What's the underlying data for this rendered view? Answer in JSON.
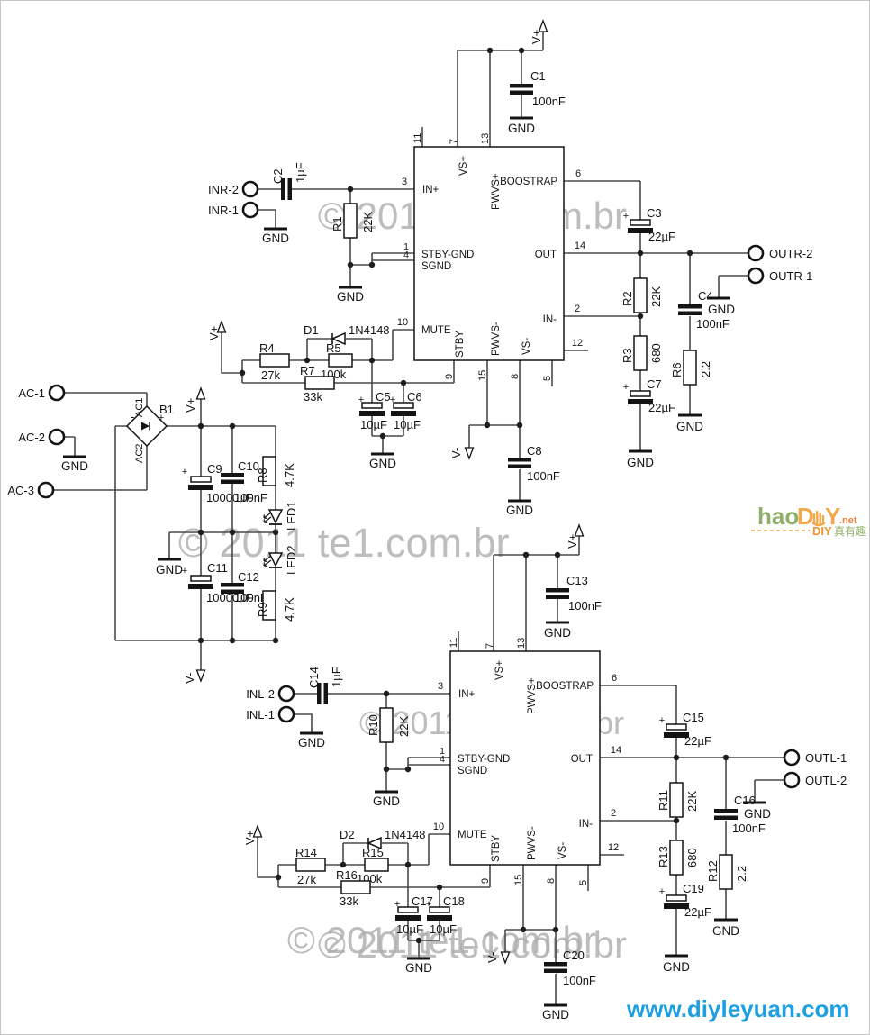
{
  "labels": {
    "gnd": "GND",
    "vplus": "V+",
    "vminus": "V-",
    "plus": "+"
  },
  "ic": {
    "pin_numbers": {
      "p1": "1",
      "p2": "2",
      "p3": "3",
      "p4": "4",
      "p5": "5",
      "p6": "6",
      "p7": "7",
      "p8": "8",
      "p9": "9",
      "p10": "10",
      "p11": "11",
      "p12": "12",
      "p13": "13",
      "p14": "14",
      "p15": "15"
    },
    "pin_names": {
      "vsp": "VS+",
      "pwvsp": "PWVS+",
      "boot": "BOOSTRAP",
      "inp": "IN+",
      "stbygnd": "STBY-GND",
      "sgnd": "SGND",
      "out": "OUT",
      "inn": "IN-",
      "mute": "MUTE",
      "stby": "STBY",
      "pwvsn": "PWVS-",
      "vsn": "VS-"
    }
  },
  "channels": {
    "right": {
      "in2": "INR-2",
      "in1": "INR-1",
      "out_hot": "OUTR-2",
      "out_gnd": "OUTR-1",
      "c_top": {
        "ref": "C1",
        "val": "100nF"
      },
      "c_in": {
        "ref": "C2",
        "val": "1µF"
      },
      "r_in": {
        "ref": "R1",
        "val": "22K"
      },
      "c_boot": {
        "ref": "C3",
        "val": "22µF"
      },
      "r_fb": {
        "ref": "R2",
        "val": "22K"
      },
      "r_fb2": {
        "ref": "R3",
        "val": "680"
      },
      "c_fb": {
        "ref": "C7",
        "val": "22µF"
      },
      "c_zobel": {
        "ref": "C4",
        "val": "100nF"
      },
      "r_zobel": {
        "ref": "R6",
        "val": "2.2"
      },
      "r_a": {
        "ref": "R4",
        "val": "27k"
      },
      "r_b": {
        "ref": "R5",
        "val": "100k"
      },
      "r_c": {
        "ref": "R7",
        "val": "33k"
      },
      "diode": {
        "ref": "D1",
        "val": "1N4148"
      },
      "c_mute": {
        "ref": "C5",
        "val": "10µF"
      },
      "c_stby": {
        "ref": "C6",
        "val": "10µF"
      },
      "c_neg": {
        "ref": "C8",
        "val": "100nF"
      }
    },
    "left": {
      "in2": "INL-2",
      "in1": "INL-1",
      "out_hot": "OUTL-1",
      "out_gnd": "OUTL-2",
      "c_top": {
        "ref": "C13",
        "val": "100nF"
      },
      "c_in": {
        "ref": "C14",
        "val": "1µF"
      },
      "r_in": {
        "ref": "R10",
        "val": "22K"
      },
      "c_boot": {
        "ref": "C15",
        "val": "22µF"
      },
      "r_fb": {
        "ref": "R11",
        "val": "22K"
      },
      "r_fb2": {
        "ref": "R13",
        "val": "680"
      },
      "c_fb": {
        "ref": "C19",
        "val": "22µF"
      },
      "c_zobel": {
        "ref": "C16",
        "val": "100nF"
      },
      "r_zobel": {
        "ref": "R12",
        "val": "2.2"
      },
      "r_a": {
        "ref": "R14",
        "val": "27k"
      },
      "r_b": {
        "ref": "R15",
        "val": "100k"
      },
      "r_c": {
        "ref": "R16",
        "val": "33k"
      },
      "diode": {
        "ref": "D2",
        "val": "1N4148"
      },
      "c_mute": {
        "ref": "C17",
        "val": "10µF"
      },
      "c_stby": {
        "ref": "C18",
        "val": "10µF"
      },
      "c_neg": {
        "ref": "C20",
        "val": "100nF"
      }
    }
  },
  "power": {
    "ac1": "AC-1",
    "ac2": "AC-2",
    "ac3": "AC-3",
    "bridge": {
      "ref": "B1",
      "in1": "AC1",
      "in2": "AC2",
      "plus": "+",
      "minus": "-"
    },
    "c_main_pos": {
      "ref": "C9",
      "val": "10000µF"
    },
    "c_hf_pos": {
      "ref": "C10",
      "val": "100nF"
    },
    "r_led_pos": {
      "ref": "R8",
      "val": "4.7K"
    },
    "led_pos": "LED1",
    "c_main_neg": {
      "ref": "C11",
      "val": "10000µF"
    },
    "c_hf_neg": {
      "ref": "C12",
      "val": "100nF"
    },
    "led_neg": "LED2",
    "r_led_neg": {
      "ref": "R9",
      "val": "4.7K"
    }
  },
  "watermark": {
    "text": "© 2011 te1.com.br",
    "color": "#adadad"
  },
  "branding": {
    "logo": {
      "hao": "hao",
      "d": "D",
      "y": "Y",
      "net": ".net",
      "tag_diy": "DIY",
      "tag_cn": "真有趣",
      "green": "#8fb06a",
      "orange": "#f2a94b"
    },
    "url": {
      "text": "www.diyleyuan.com",
      "color": "#1e9fe0"
    }
  }
}
